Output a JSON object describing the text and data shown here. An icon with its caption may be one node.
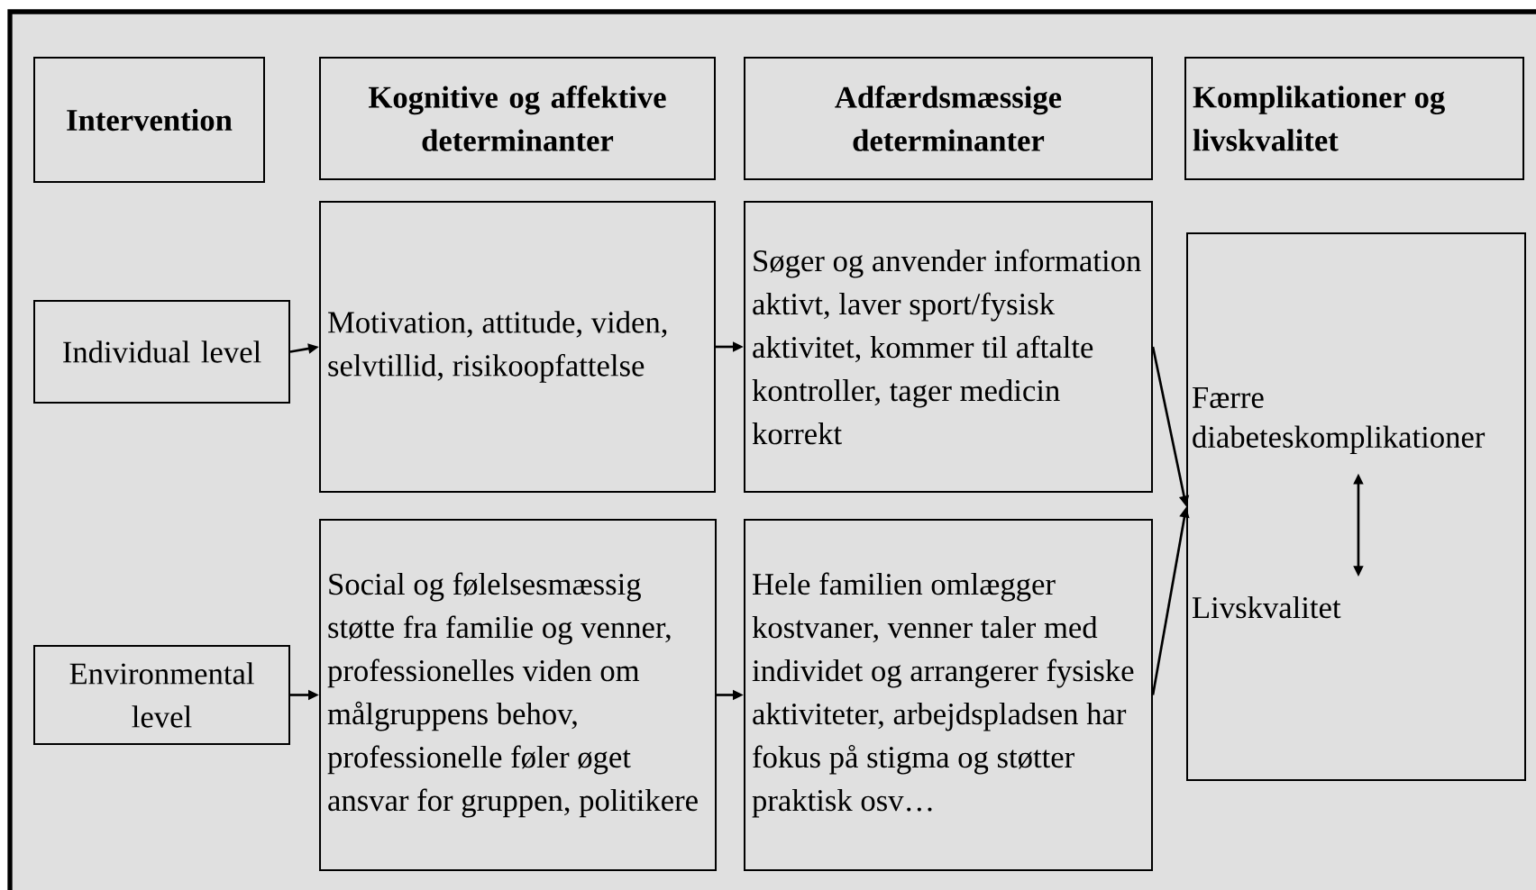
{
  "diagram": {
    "nodes": [
      {
        "text": [
          "Intervention"
        ]
      },
      {
        "text": [
          "Kognitive og affektive determinanter"
        ]
      },
      {
        "text": [
          "Adfærdsmæssige determinanter"
        ]
      },
      {
        "text": [
          "Komplikationer og livskvalitet"
        ]
      },
      {
        "text": [
          "Individual level"
        ]
      },
      {
        "text": [
          "Motivation, attitude, viden, selvtillid, risikoopfattelse"
        ]
      },
      {
        "text": [
          "Søger og anvender information aktivt, laver sport/fysisk aktivitet, kommer til aftalte kontroller, tager medicin korrekt"
        ]
      },
      {
        "text": [],
        "shape": "box"
      },
      {
        "text": [
          "Færre diabeteskomplikationer"
        ],
        "in": 7
      },
      {
        "text": [
          "Livskvalitet"
        ],
        "in": 7
      },
      {
        "text": [
          "Environmental level"
        ]
      },
      {
        "text": [
          "Social og følelsesmæssig støtte fra familie og venner, professionelles viden om målgruppens behov, professionelle føler øget ansvar for gruppen, politikere"
        ]
      },
      {
        "text": [
          "Hele familien omlægger kostvaner, venner taler med individet og arrangerer fysiske aktiviteter, arbejdspladsen har fokus på stigma og støtter praktisk osv…"
        ]
      }
    ],
    "edges": [
      {
        "from": 4,
        "to": 5,
        "arrow": "to"
      },
      {
        "from": 5,
        "to": 6,
        "arrow": "to"
      },
      {
        "from": 6,
        "to": 7,
        "arrow": "to"
      },
      {
        "from": 10,
        "to": 11,
        "arrow": "to"
      },
      {
        "from": 11,
        "to": 12,
        "arrow": "to"
      },
      {
        "from": 12,
        "to": 7,
        "arrow": "to"
      },
      {
        "from": 8,
        "to": 9,
        "arrow": "both"
      }
    ]
  }
}
